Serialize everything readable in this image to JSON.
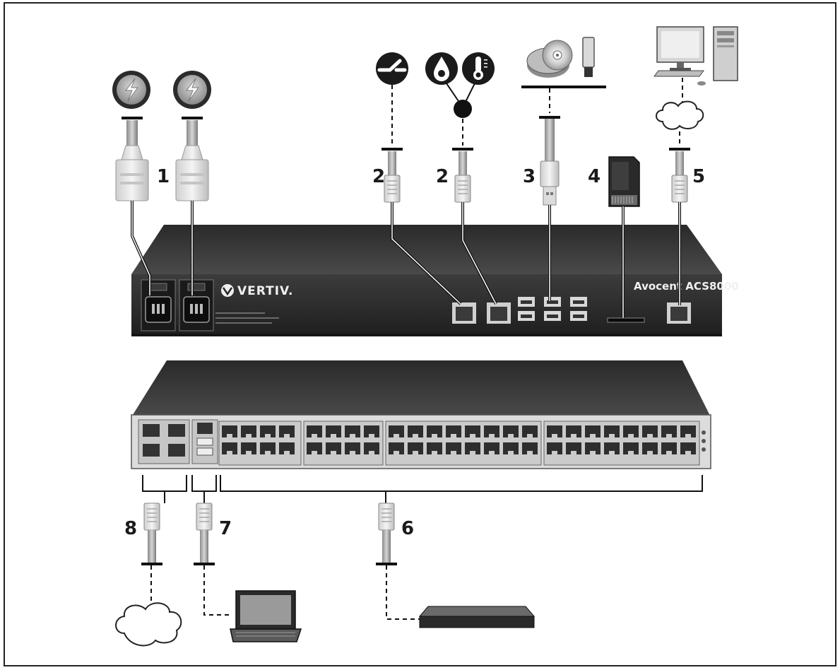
{
  "callouts": {
    "c1": "1",
    "c2a": "2",
    "c2b": "2",
    "c3": "3",
    "c4": "4",
    "c5": "5",
    "c6": "6",
    "c7": "7",
    "c8": "8"
  },
  "device": {
    "brand": "VERTIV.",
    "model": "Avocent ACS8000"
  },
  "icons": [
    "power-outlet-icon",
    "power-outlet-icon",
    "switch-icon",
    "water-sensor-icon",
    "temperature-sensor-icon",
    "cd-disc-icon",
    "usb-drive-icon",
    "sd-card-icon",
    "computer-icon",
    "server-tower-icon",
    "network-cloud-icon",
    "laptop-icon",
    "rack-device-icon"
  ]
}
